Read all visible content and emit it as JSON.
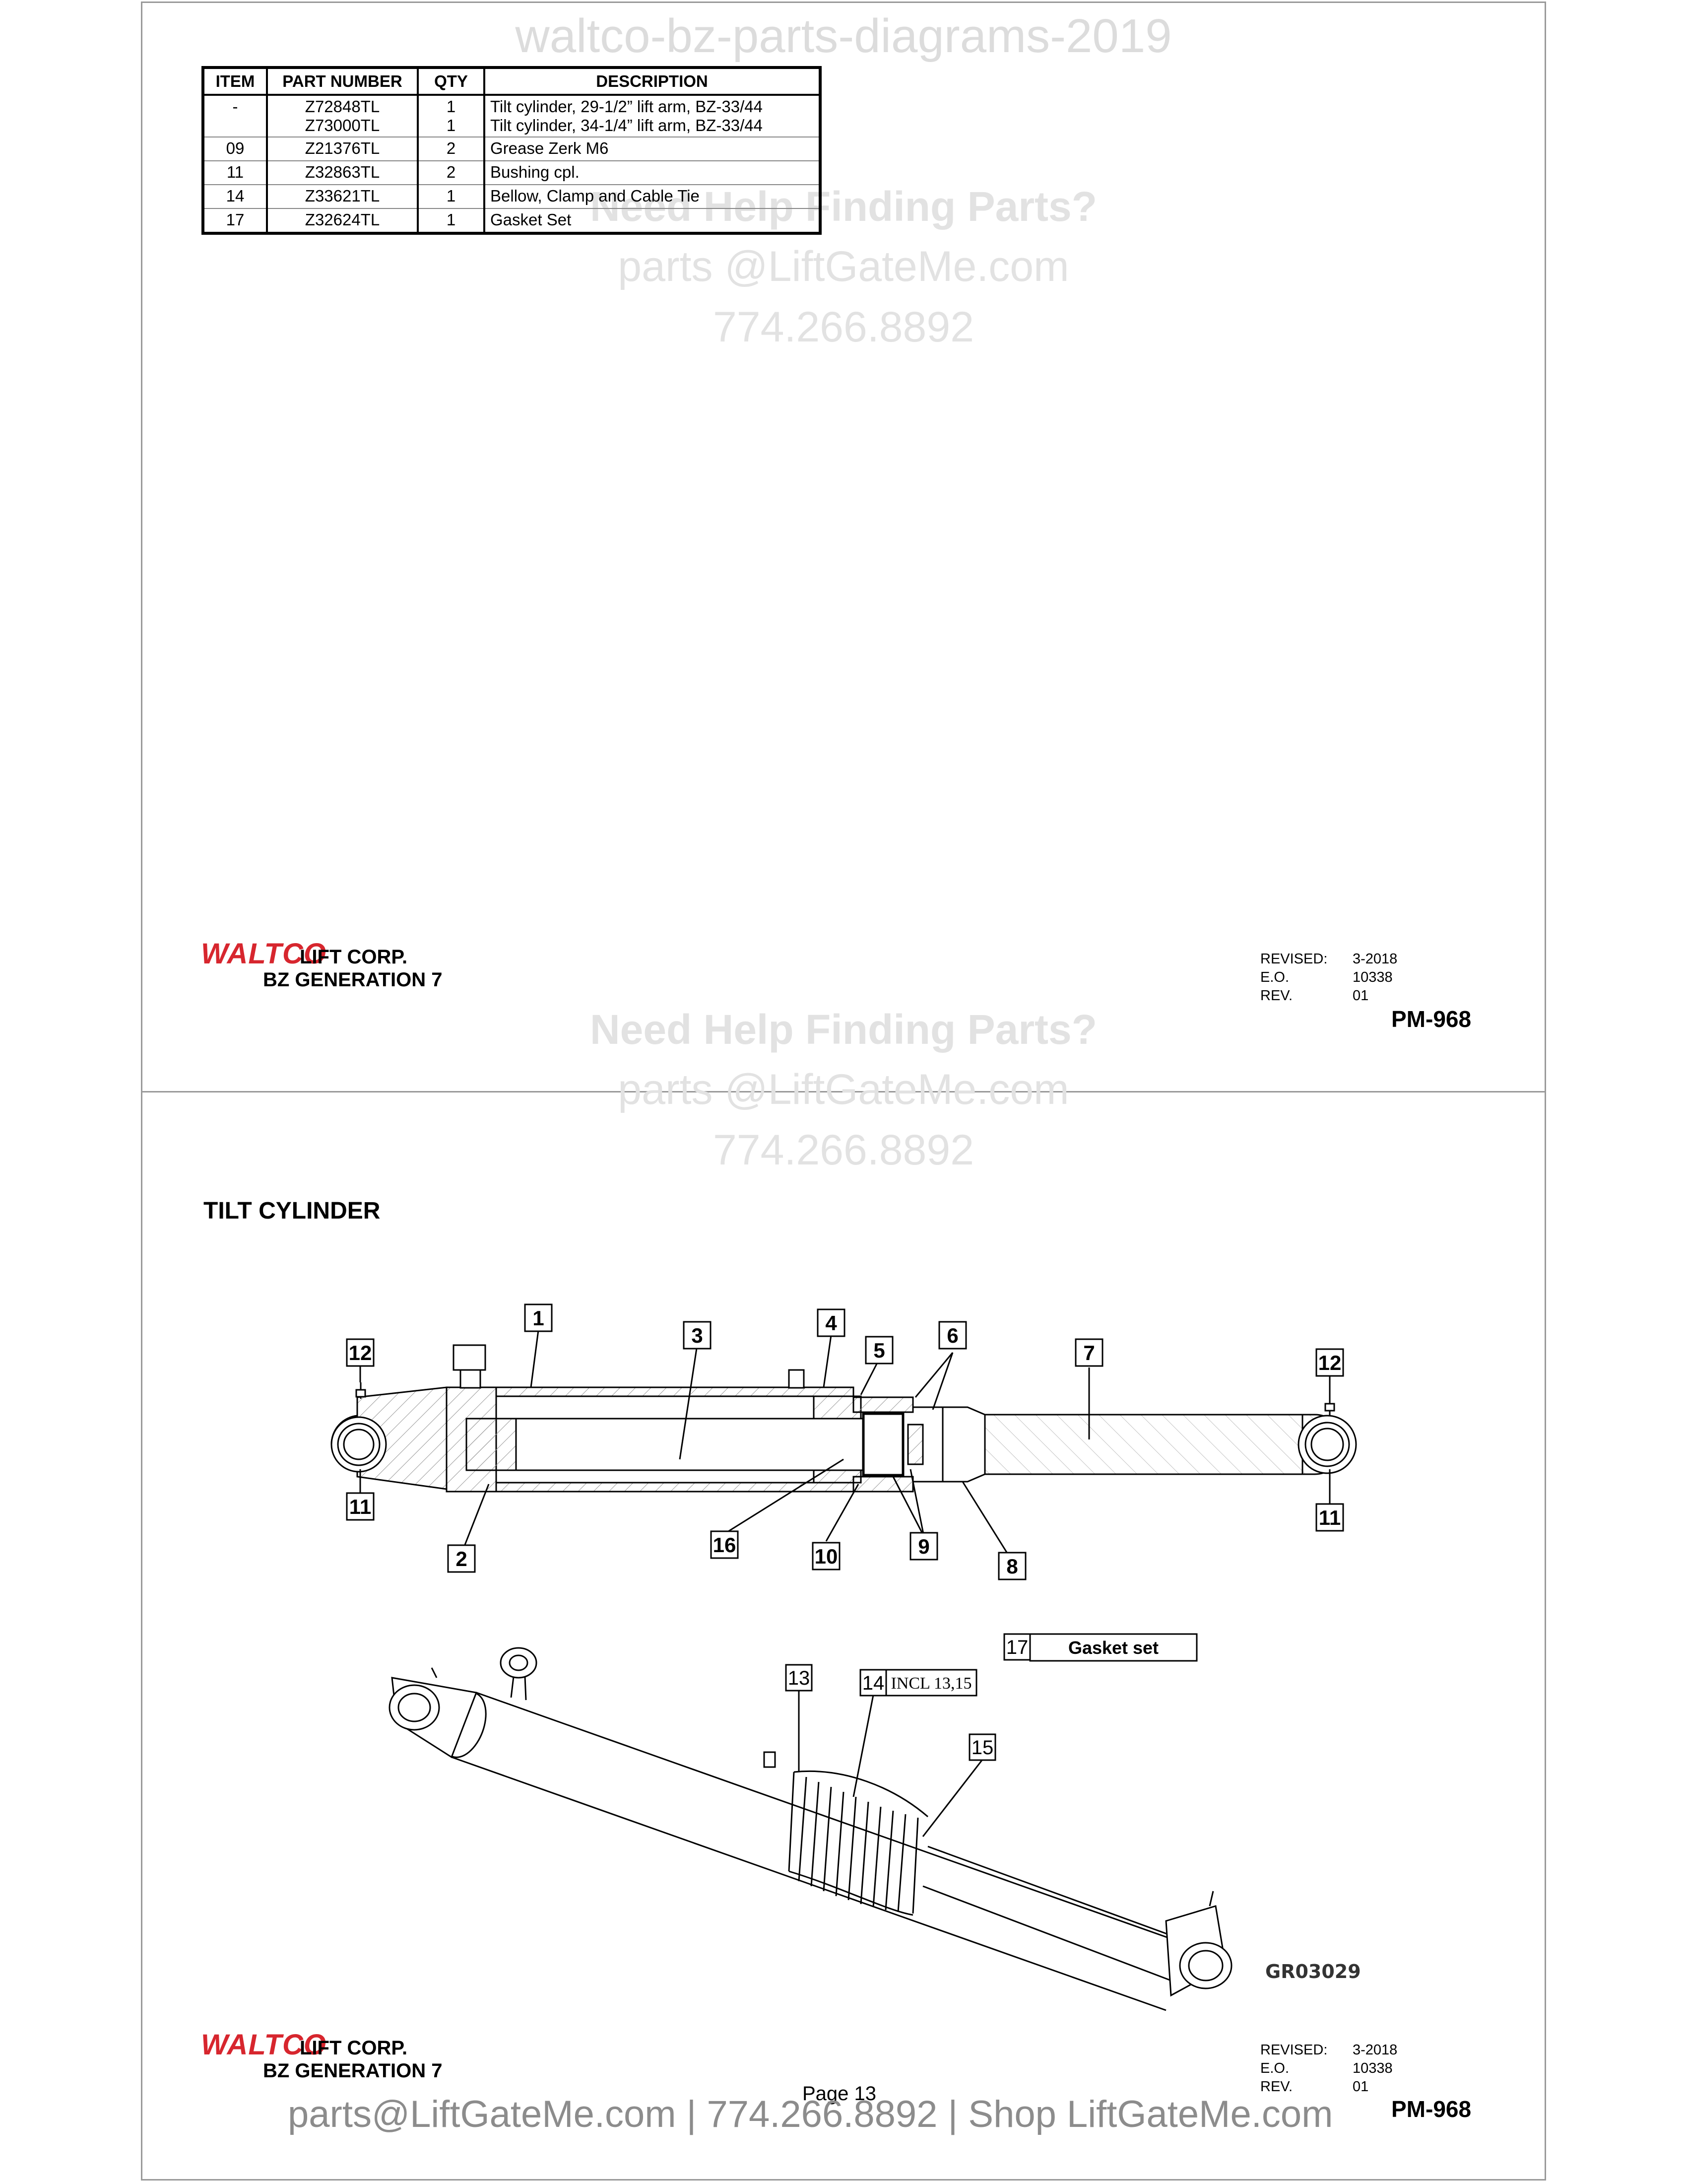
{
  "watermark": {
    "top": "waltco-bz-parts-diagrams-2019",
    "help": "Need Help Finding Parts?",
    "email": "parts @LiftGateMe.com",
    "phone": "774.266.8892"
  },
  "parts_table": {
    "headers": [
      "ITEM",
      "PART NUMBER",
      "QTY",
      "DESCRIPTION"
    ],
    "rows": [
      {
        "item": "-",
        "part": [
          "Z72848TL",
          "Z73000TL"
        ],
        "qty": [
          "1",
          "1"
        ],
        "desc": [
          "Tilt cylinder, 29-1/2” lift arm, BZ-33/44",
          "Tilt cylinder, 34-1/4” lift arm, BZ-33/44"
        ]
      },
      {
        "item": "09",
        "part": [
          "Z21376TL"
        ],
        "qty": [
          "2"
        ],
        "desc": [
          "Grease Zerk M6"
        ]
      },
      {
        "item": "11",
        "part": [
          "Z32863TL"
        ],
        "qty": [
          "2"
        ],
        "desc": [
          "Bushing cpl."
        ]
      },
      {
        "item": "14",
        "part": [
          "Z33621TL"
        ],
        "qty": [
          "1"
        ],
        "desc": [
          "Bellow, Clamp and Cable Tie"
        ]
      },
      {
        "item": "17",
        "part": [
          "Z32624TL"
        ],
        "qty": [
          "1"
        ],
        "desc": [
          "Gasket Set"
        ]
      }
    ]
  },
  "brand": {
    "logo": "WALTCO",
    "company": "LIFT CORP.",
    "model": "BZ GENERATION 7"
  },
  "revision": {
    "revised_label": "REVISED:",
    "revised_value": "3-2018",
    "eo_label": "E.O.",
    "eo_value": "10338",
    "rev_label": "REV.",
    "rev_value": "01",
    "doc_number": "PM-968"
  },
  "section_title": "TILT CYLINDER",
  "diagram": {
    "callouts": [
      "1",
      "2",
      "3",
      "4",
      "5",
      "6",
      "7",
      "8",
      "9",
      "10",
      "11",
      "11",
      "12",
      "12",
      "16"
    ],
    "iso_callouts": [
      "13",
      "14",
      "15",
      "17"
    ],
    "incl_label": "INCL 13,15",
    "gasket_label": "Gasket set",
    "drawing_number": "GR03029"
  },
  "page_number": "Page 13",
  "footer": "parts@LiftGateMe.com | 774.266.8892 | Shop LiftGateMe.com"
}
